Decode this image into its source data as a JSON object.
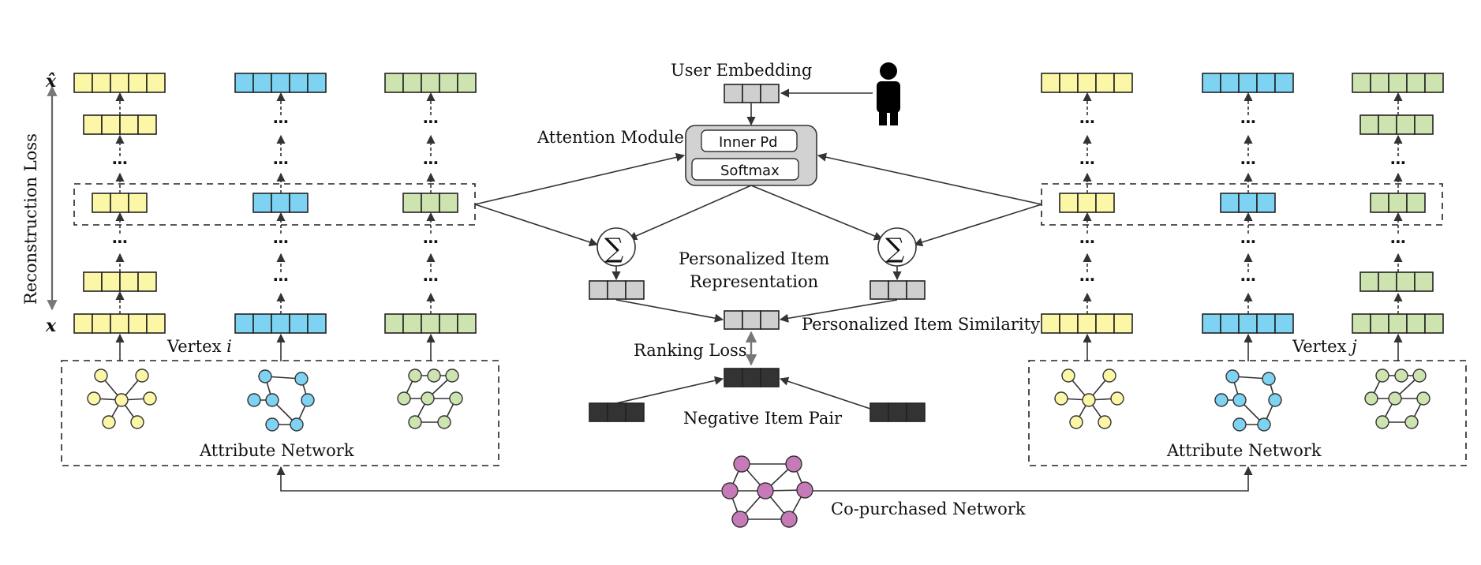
{
  "labels": {
    "user_embedding": "User Embedding",
    "attention_module": "Attention Module",
    "inner_pd": "Inner Pd",
    "softmax": "Softmax",
    "personalized_item_line1": "Personalized Item",
    "personalized_item_line2": "Representation",
    "personalized_item_similarity": "Personalized Item Similarity",
    "ranking_loss": "Ranking Loss",
    "negative_item_pair": "Negative Item Pair",
    "vertex_i_word": "Vertex",
    "vertex_i_var": "i",
    "vertex_j_word": "Vertex",
    "vertex_j_var": "j",
    "attribute_network_left": "Attribute Network",
    "attribute_network_right": "Attribute Network",
    "co_purchased_network": "Co-purchased Network",
    "reconstruction_loss": "Reconstruction  Loss",
    "x_hat": "x̂",
    "x": "x",
    "sigma": "∑",
    "ellipsis": "⋯"
  },
  "colors": {
    "yellow": "#fbf7a6",
    "blue": "#7ed2f2",
    "green": "#cde3b0",
    "gray": "#cfcfcf",
    "dark": "#333333",
    "purple": "#c77ab8",
    "module_fill": "#d2d2d2"
  }
}
